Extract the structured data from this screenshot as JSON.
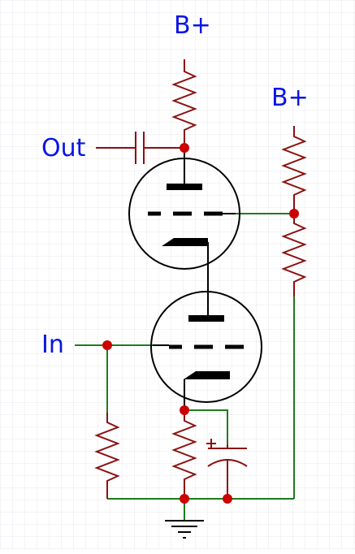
{
  "labels": {
    "supply_top": "B+",
    "supply_right": "B+",
    "output": "Out",
    "input": "In"
  },
  "colors": {
    "grid": "#e8e8ee",
    "component": "#8b1010",
    "wire": "#1e7d1e",
    "tube": "#000000",
    "node": "#cc0000",
    "label": "#0a14e6"
  }
}
